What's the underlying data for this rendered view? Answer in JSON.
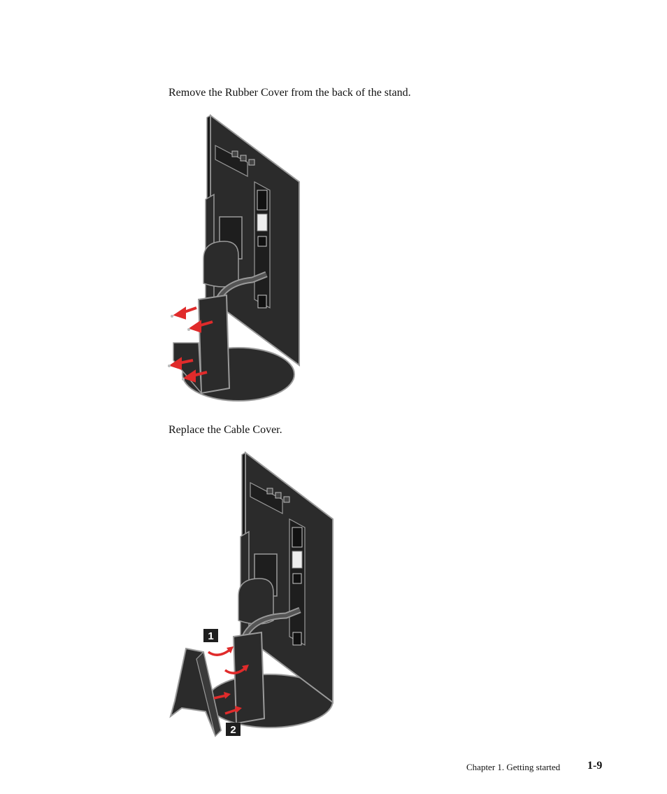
{
  "steps": [
    {
      "text": "Remove the Rubber Cover from the back of the stand."
    },
    {
      "text": "Replace the Cable Cover."
    }
  ],
  "callouts": [
    "1",
    "2"
  ],
  "footer": {
    "chapter": "Chapter 1. Getting started",
    "page": "1-9"
  },
  "colors": {
    "monitor": "#2b2b2b",
    "outline": "#9a9a9a",
    "arrow": "#e02b2b"
  }
}
